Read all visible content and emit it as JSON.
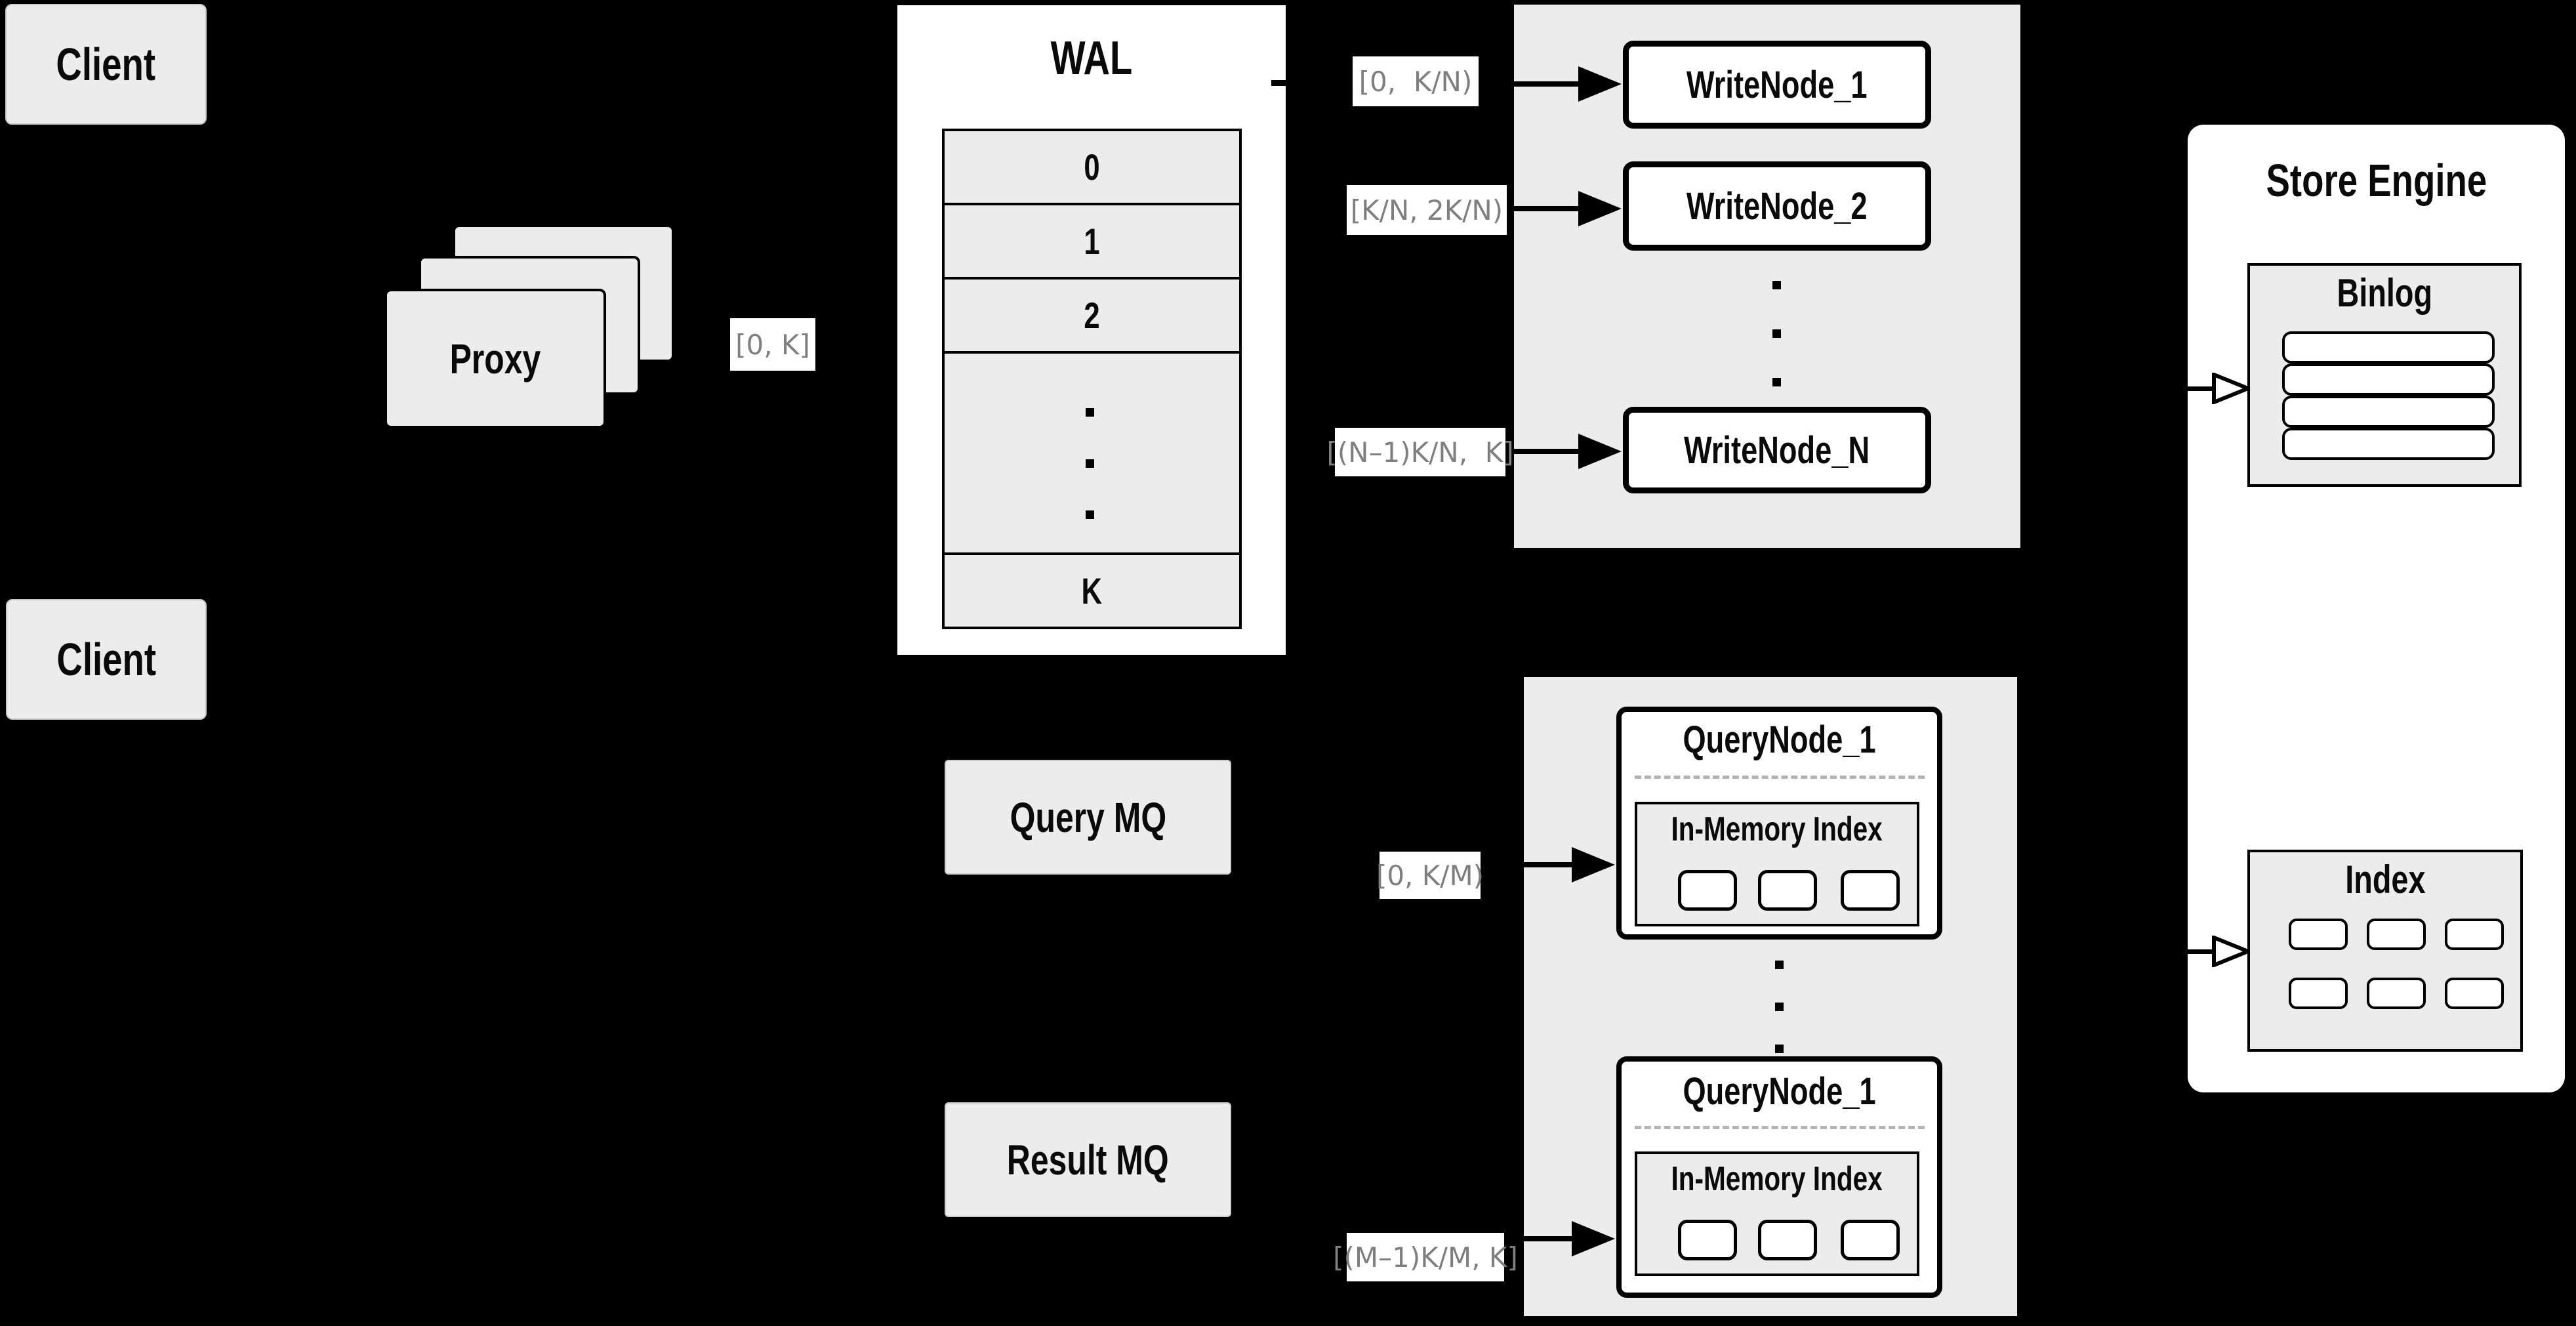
{
  "colors": {
    "background": "#000000",
    "panel_gray": "#ececec",
    "node_white": "#ffffff",
    "border_black": "#000000",
    "range_label_text": "#7f7f7f",
    "dash_gray": "#b3b3b3"
  },
  "clients": {
    "top_label": "Client",
    "bottom_label": "Client"
  },
  "proxy": {
    "label": "Proxy",
    "range_label": "[0, K]"
  },
  "wal": {
    "title": "WAL",
    "rows": [
      "0",
      "1",
      "2"
    ],
    "last_row": "K"
  },
  "write_section": {
    "range_labels": [
      "[0,  K/N)",
      "[K/N, 2K/N)",
      "[(N–1)K/N,  K]"
    ],
    "nodes": [
      "WriteNode_1",
      "WriteNode_2",
      "WriteNode_N"
    ]
  },
  "mq": {
    "query_label": "Query MQ",
    "result_label": "Result MQ"
  },
  "query_section": {
    "range_labels": [
      "[0, K/M)",
      "[(M–1)K/M, K]"
    ],
    "nodes": [
      {
        "title": "QueryNode_1",
        "inner_title": "In-Memory Index"
      },
      {
        "title": "QueryNode_1",
        "inner_title": "In-Memory Index"
      }
    ]
  },
  "store_engine": {
    "title": "Store Engine",
    "binlog_title": "Binlog",
    "index_title": "Index"
  }
}
